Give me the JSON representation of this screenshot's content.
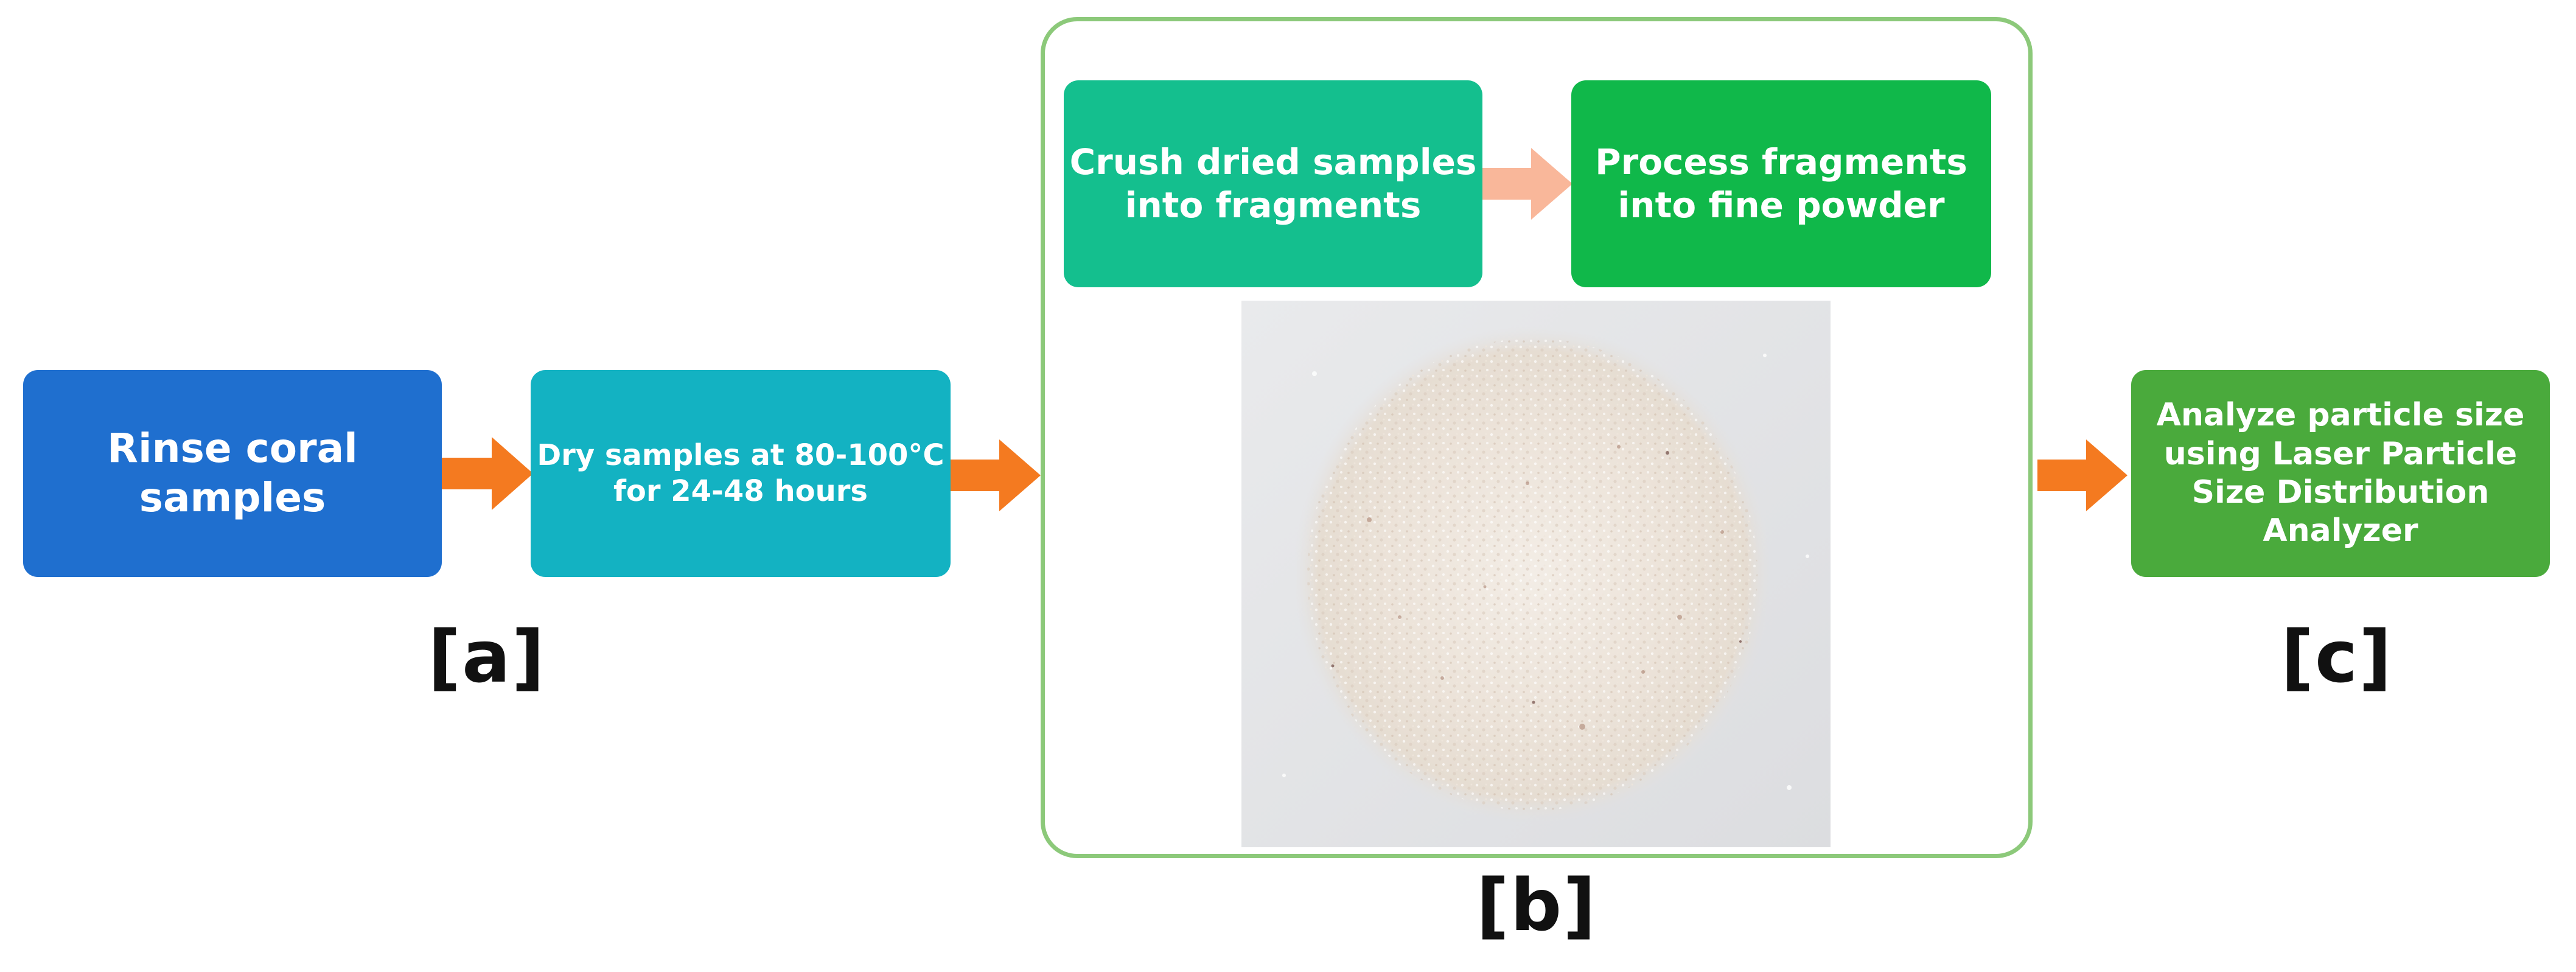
{
  "steps": {
    "rinse": "Rinse coral samples",
    "dry_line1": "Dry samples at 80-100°C",
    "dry_line2": "for 24-48 hours",
    "crush_line1": "Crush dried samples",
    "crush_line2": "into fragments",
    "process_line1": "Process fragments",
    "process_line2": "into fine powder",
    "analyze_line1": "Analyze particle size",
    "analyze_line2": "using Laser Particle",
    "analyze_line3": "Size Distribution",
    "analyze_line4": "Analyzer"
  },
  "labels": {
    "a": "[a]",
    "b": "[b]",
    "c": "[c]"
  },
  "colors": {
    "rinse": "#1f6fcf",
    "dry": "#13b2c2",
    "crush": "#14bf8e",
    "process": "#10b84a",
    "analyze": "#4aaa3c",
    "arrow": "#f47a20",
    "arrow_light": "#f9b79a",
    "panel_border": "#8cc97a"
  }
}
